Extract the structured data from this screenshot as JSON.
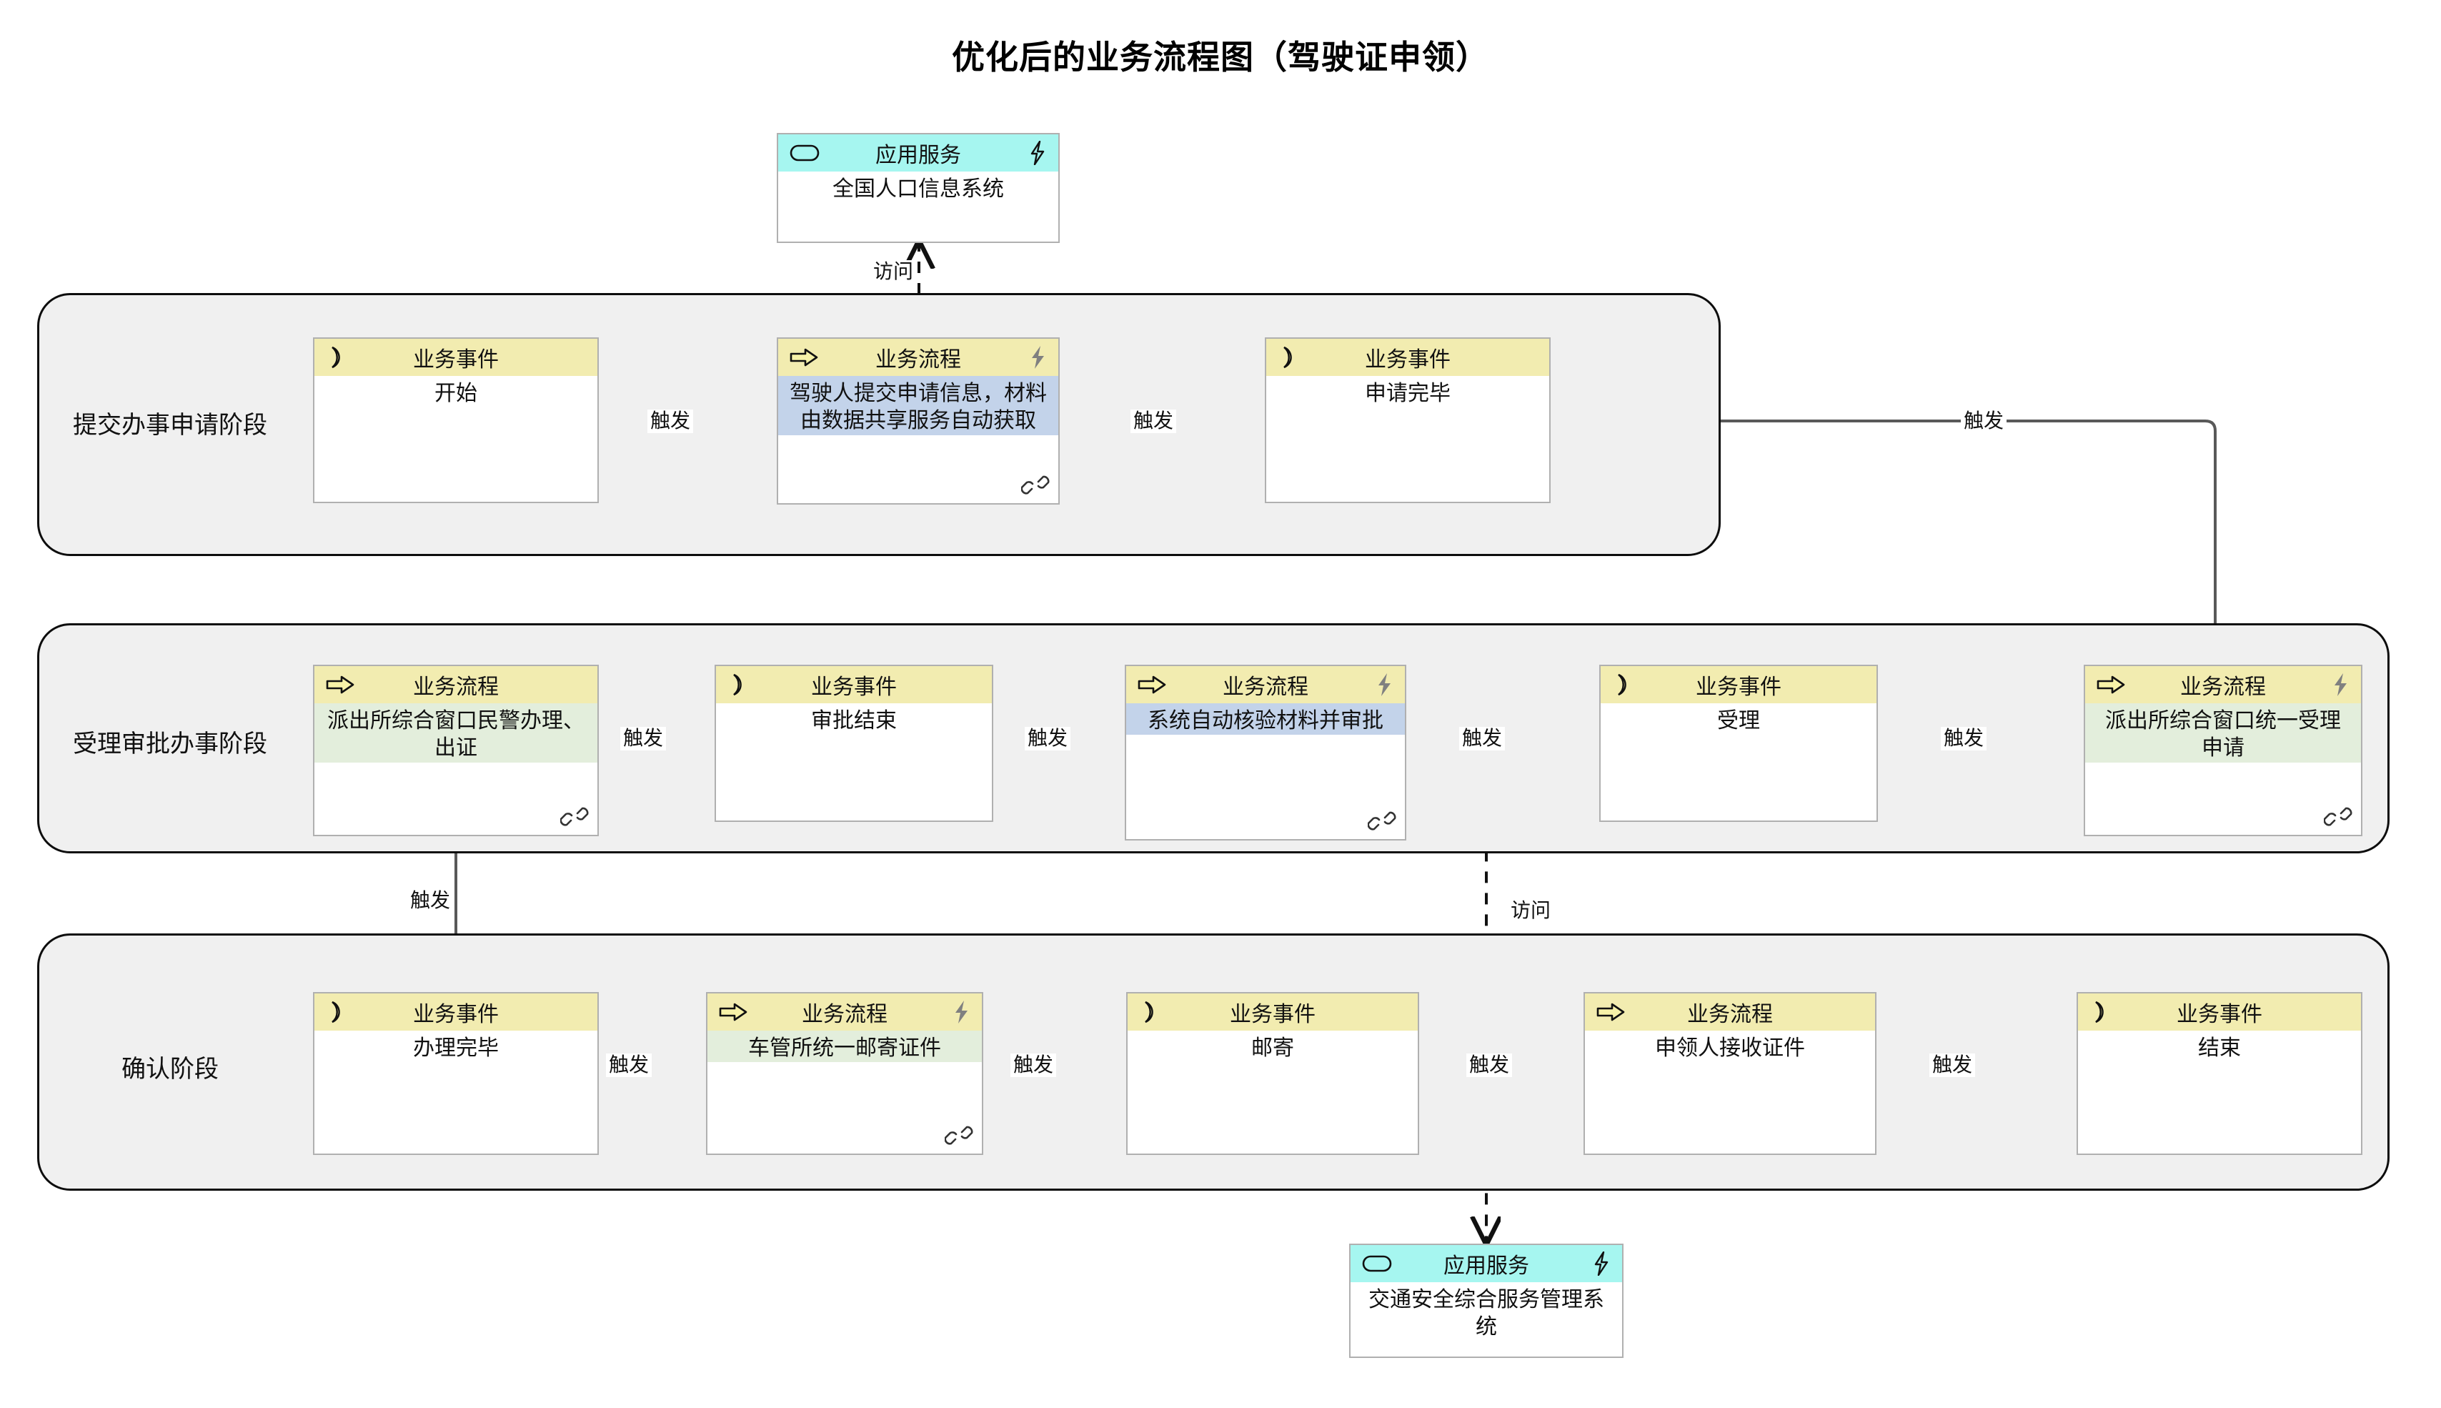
{
  "title": "优化后的业务流程图（驾驶证申领）",
  "type_labels": {
    "business_event": "业务事件",
    "business_process": "业务流程",
    "application_service": "应用服务"
  },
  "relation_labels": {
    "trigger": "触发",
    "access": "访问"
  },
  "icons": {
    "event": "event-crescent-icon",
    "process": "process-arrow-icon",
    "service": "service-rounded-rect-icon",
    "automation": "lightning-bolt-icon",
    "link": "chain-link-icon"
  },
  "colors": {
    "header_yellow": "#f2ecb0",
    "header_cyan": "#a6f6f0",
    "body_blue": "#c3d3ea",
    "body_green": "#e3eedc",
    "body_white": "#ffffff",
    "group_fill": "#f0f0f0",
    "group_border": "#0d0d0d",
    "node_border": "#b0b0b0",
    "connector": "#595959"
  },
  "groups": [
    {
      "id": "g1",
      "label": "提交办事申请阶段"
    },
    {
      "id": "g2",
      "label": "受理审批办事阶段"
    },
    {
      "id": "g3",
      "label": "确认阶段"
    }
  ],
  "services": [
    {
      "id": "svc-top",
      "type": "application_service",
      "name": "全国人口信息系统",
      "automation": true
    },
    {
      "id": "svc-bottom",
      "type": "application_service",
      "name": "交通安全综合服务管理系统",
      "automation": true
    }
  ],
  "nodes": [
    {
      "id": "n1",
      "group": "g1",
      "type": "business_event",
      "name": "开始",
      "automation": false,
      "link": false
    },
    {
      "id": "n2",
      "group": "g1",
      "type": "business_process",
      "name": "驾驶人提交申请信息，材料由数据共享服务自动获取",
      "automation": true,
      "link": true
    },
    {
      "id": "n3",
      "group": "g1",
      "type": "business_event",
      "name": "申请完毕",
      "automation": false,
      "link": false
    },
    {
      "id": "n4",
      "group": "g2",
      "type": "business_process",
      "name": "派出所综合窗口民警办理、出证",
      "automation": false,
      "link": true
    },
    {
      "id": "n5",
      "group": "g2",
      "type": "business_event",
      "name": "审批结束",
      "automation": false,
      "link": false
    },
    {
      "id": "n6",
      "group": "g2",
      "type": "business_process",
      "name": "系统自动核验材料并审批",
      "automation": true,
      "link": true
    },
    {
      "id": "n7",
      "group": "g2",
      "type": "business_event",
      "name": "受理",
      "automation": false,
      "link": false
    },
    {
      "id": "n8",
      "group": "g2",
      "type": "business_process",
      "name": "派出所综合窗口统一受理申请",
      "automation": true,
      "link": true
    },
    {
      "id": "n9",
      "group": "g3",
      "type": "business_event",
      "name": "办理完毕",
      "automation": false,
      "link": false
    },
    {
      "id": "n10",
      "group": "g3",
      "type": "business_process",
      "name": "车管所统一邮寄证件",
      "automation": true,
      "link": true
    },
    {
      "id": "n11",
      "group": "g3",
      "type": "business_event",
      "name": "邮寄",
      "automation": false,
      "link": false
    },
    {
      "id": "n12",
      "group": "g3",
      "type": "business_process",
      "name": "申领人接收证件",
      "automation": false,
      "link": false
    },
    {
      "id": "n13",
      "group": "g3",
      "type": "business_event",
      "name": "结束",
      "automation": false,
      "link": false
    }
  ],
  "edges": [
    {
      "from": "n1",
      "to": "n2",
      "label": "触发",
      "style": "solid"
    },
    {
      "from": "n2",
      "to": "n3",
      "label": "触发",
      "style": "solid"
    },
    {
      "from": "n2",
      "to": "svc-top",
      "label": "访问",
      "style": "dashed"
    },
    {
      "from": "n3",
      "to": "n8",
      "label": "触发",
      "style": "solid"
    },
    {
      "from": "n8",
      "to": "n7",
      "label": "触发",
      "style": "solid"
    },
    {
      "from": "n7",
      "to": "n6",
      "label": "触发",
      "style": "solid"
    },
    {
      "from": "n6",
      "to": "n5",
      "label": "触发",
      "style": "solid"
    },
    {
      "from": "n5",
      "to": "n4",
      "label": "触发",
      "style": "solid"
    },
    {
      "from": "n6",
      "to": "svc-bottom",
      "label": "访问",
      "style": "dashed"
    },
    {
      "from": "n4",
      "to": "n9",
      "label": "触发",
      "style": "solid"
    },
    {
      "from": "n9",
      "to": "n10",
      "label": "触发",
      "style": "solid"
    },
    {
      "from": "n10",
      "to": "n11",
      "label": "触发",
      "style": "solid"
    },
    {
      "from": "n11",
      "to": "n12",
      "label": "触发",
      "style": "solid"
    },
    {
      "from": "n12",
      "to": "n13",
      "label": "触发",
      "style": "solid"
    }
  ]
}
